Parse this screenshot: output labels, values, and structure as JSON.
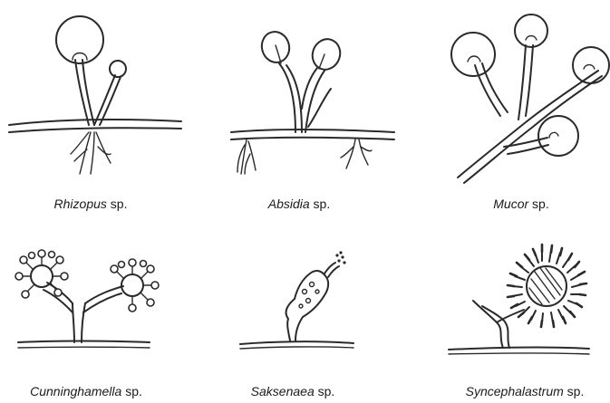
{
  "panels": [
    {
      "genus": "Rhizopus",
      "suffix": " sp."
    },
    {
      "genus": "Absidia",
      "suffix": " sp."
    },
    {
      "genus": "Mucor",
      "suffix": " sp."
    },
    {
      "genus": "Cunninghamella",
      "suffix": " sp."
    },
    {
      "genus": "Saksenaea",
      "suffix": " sp."
    },
    {
      "genus": "Syncephalastrum",
      "suffix": " sp."
    }
  ]
}
